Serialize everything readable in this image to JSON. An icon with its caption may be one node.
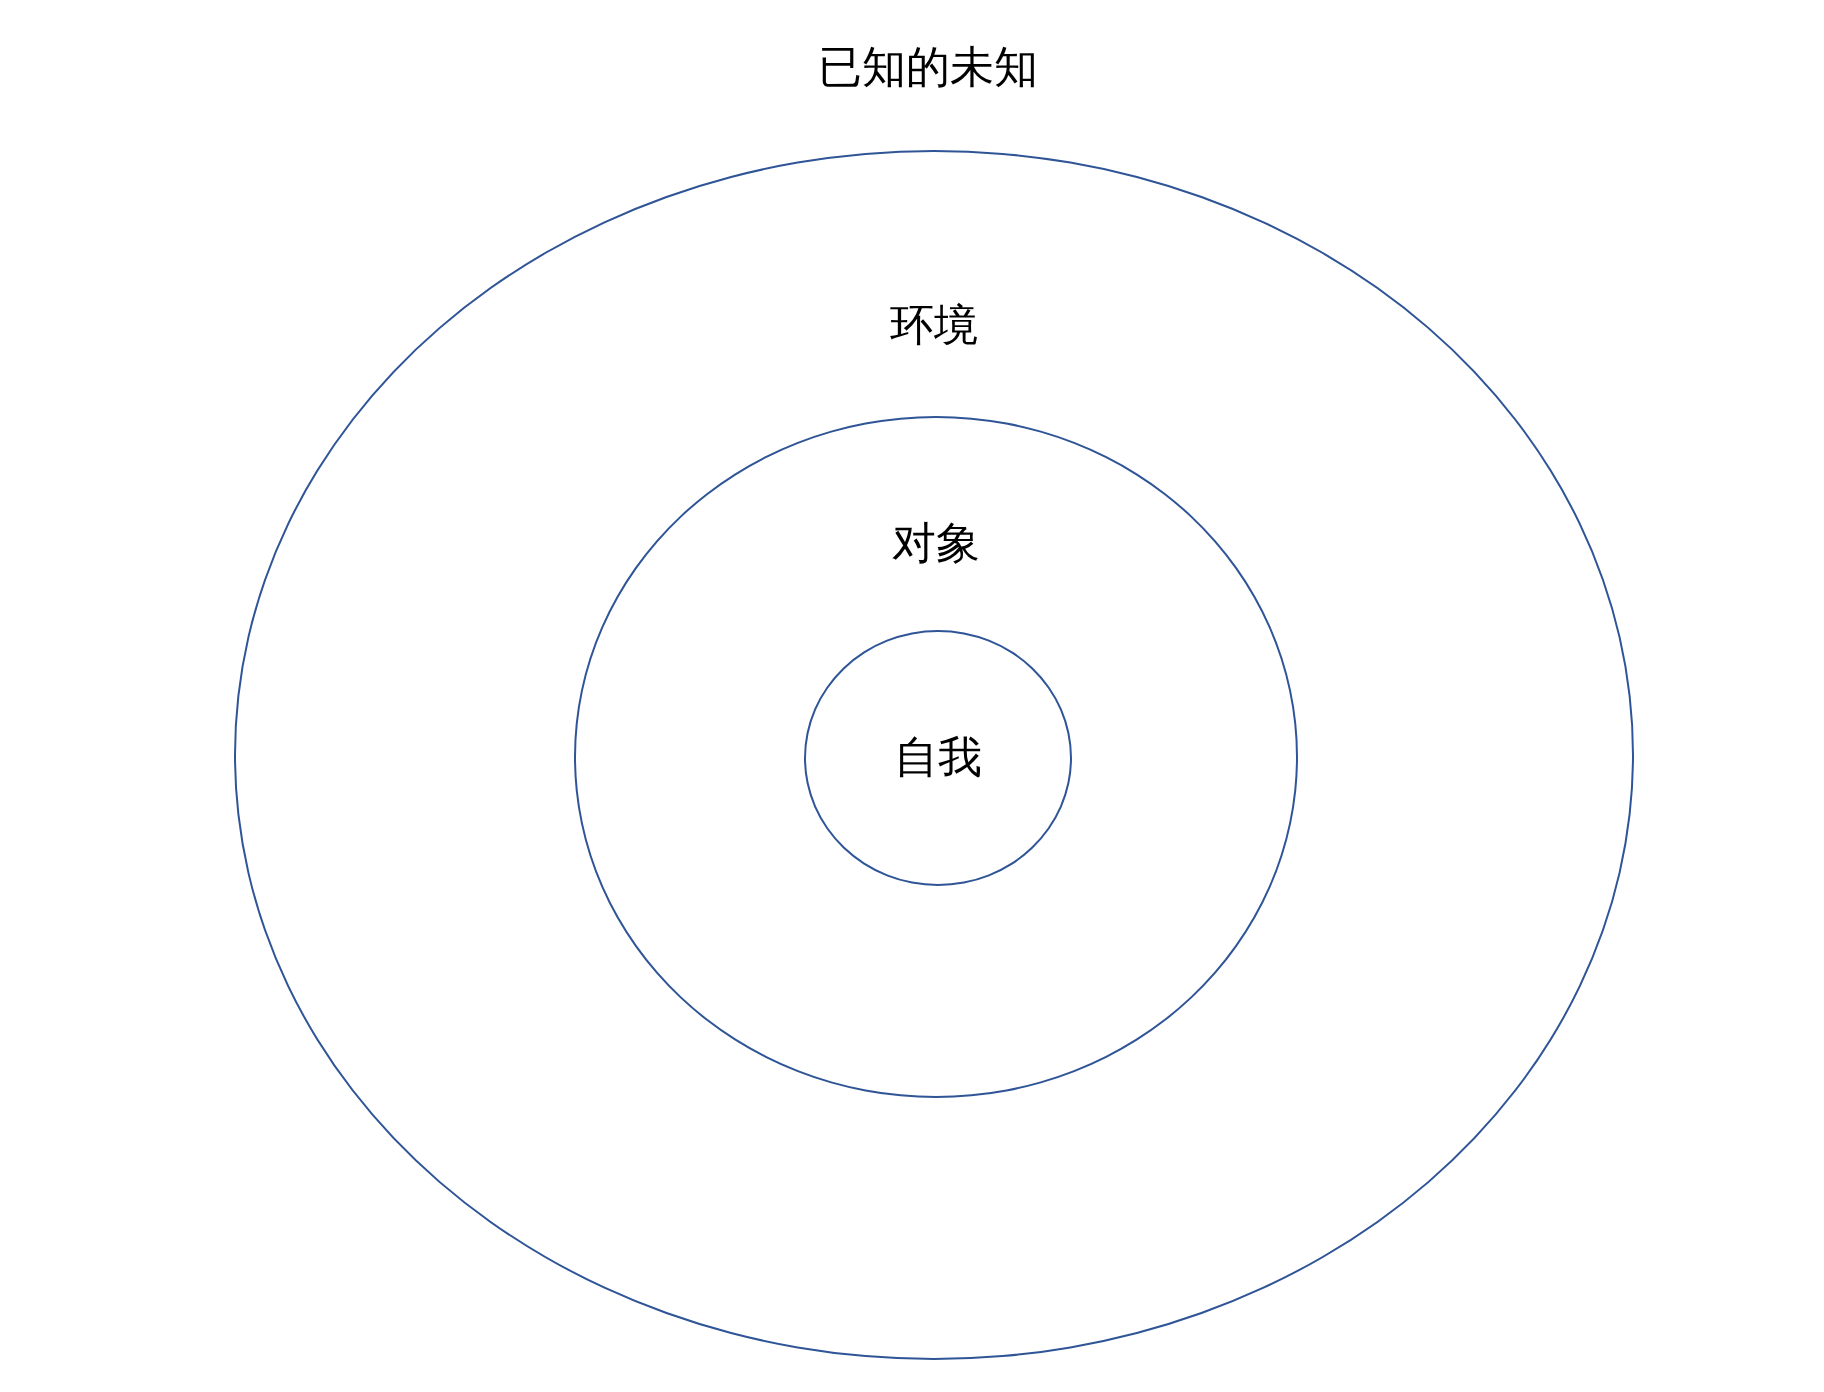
{
  "diagram": {
    "title": "已知的未知",
    "nodes": [
      {
        "text": [
          "环境"
        ]
      },
      {
        "text": [
          "对象"
        ],
        "in": 0
      },
      {
        "text": [
          "自我"
        ],
        "in": 1
      }
    ]
  }
}
